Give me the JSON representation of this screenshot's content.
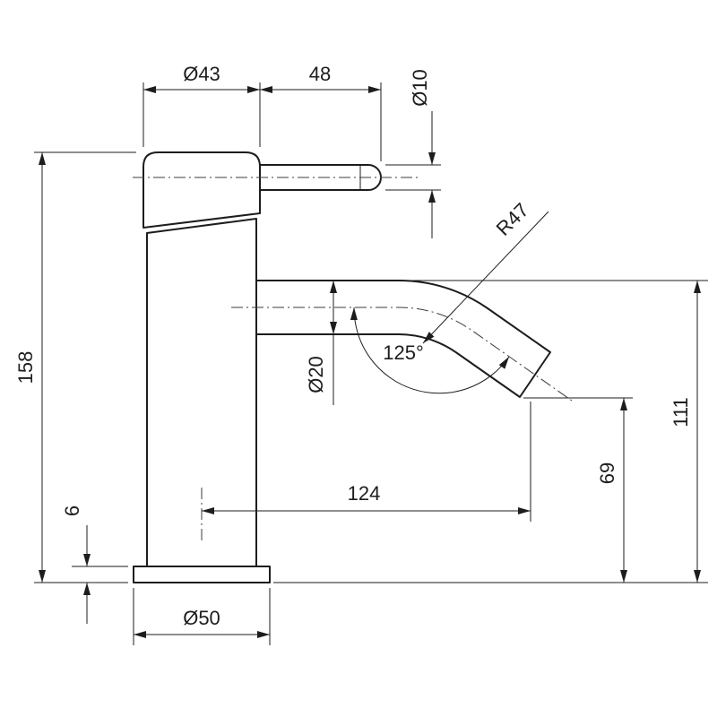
{
  "page": {
    "background": "#ffffff",
    "line_color": "#1d1d1d"
  },
  "drawing": {
    "type": "technical-dimension-drawing",
    "subject": "single-lever basin mixer tap, side elevation",
    "units": "mm",
    "labels": {
      "cap_diameter": "Ø43",
      "handle_length": "48",
      "handle_diameter": "Ø10",
      "bend_radius": "R47",
      "total_height": "158",
      "spout_diameter": "Ø20",
      "outlet_angle": "125°",
      "spout_reach": "124",
      "spout_height": "111",
      "outlet_height": "69",
      "base_height": "6",
      "base_diameter": "Ø50"
    }
  }
}
